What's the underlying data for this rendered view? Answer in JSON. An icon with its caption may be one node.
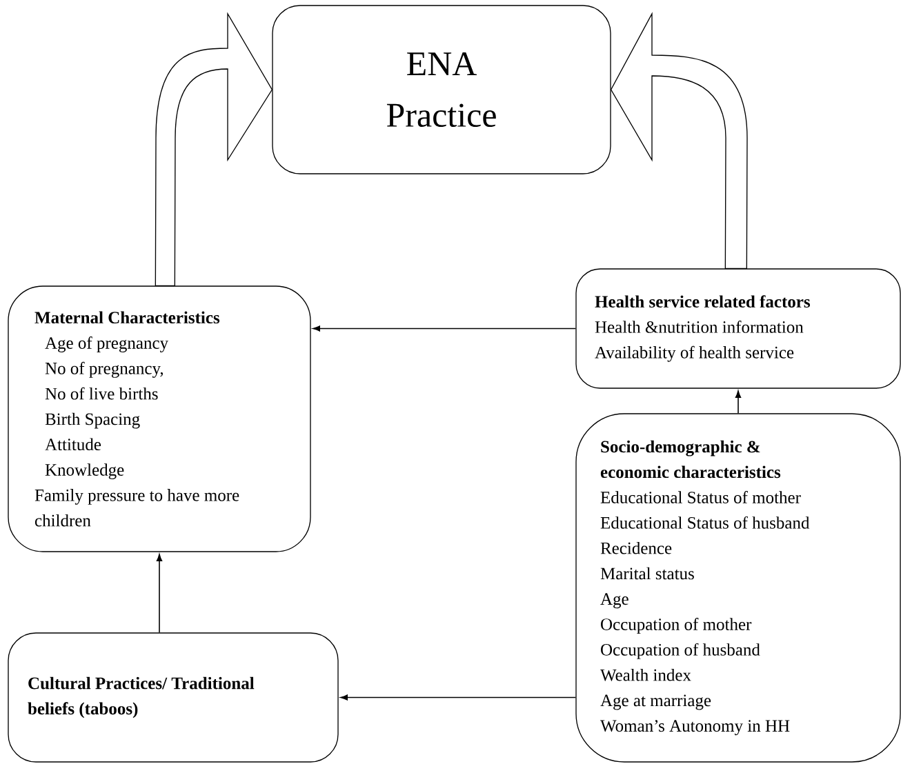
{
  "diagram": {
    "nodes": [
      {
        "text": [
          "ENA Practice"
        ]
      },
      {
        "text": [
          "Maternal Characteristics",
          "Age of pregnancy",
          "No of pregnancy,",
          "No of live births",
          "Birth Spacing",
          "Attitude",
          "Knowledge",
          "Family pressure to have more children"
        ]
      },
      {
        "text": [
          "Health service related factors",
          "Health &nutrition information",
          "Availability of health service"
        ]
      },
      {
        "text": [
          "Socio-demographic & economic characteristics",
          "Educational Status of mother",
          "Educational Status of husband",
          "Recidence",
          "Marital status",
          "Age",
          "Occupation of mother",
          "Occupation of husband",
          "Wealth index",
          "Age at marriage",
          "Woman’s Autonomy in HH"
        ]
      },
      {
        "text": [
          "Cultural Practices/ Traditional beliefs (taboos)"
        ]
      }
    ],
    "edges": [
      {
        "from": 1,
        "to": 0,
        "arrow": "to",
        "style": "thick"
      },
      {
        "from": 2,
        "to": 0,
        "arrow": "to",
        "style": "thick"
      },
      {
        "from": 2,
        "to": 1,
        "arrow": "to"
      },
      {
        "from": 3,
        "to": 2,
        "arrow": "to"
      },
      {
        "from": 4,
        "to": 1,
        "arrow": "to"
      },
      {
        "from": 3,
        "to": 4,
        "arrow": "to"
      }
    ]
  }
}
